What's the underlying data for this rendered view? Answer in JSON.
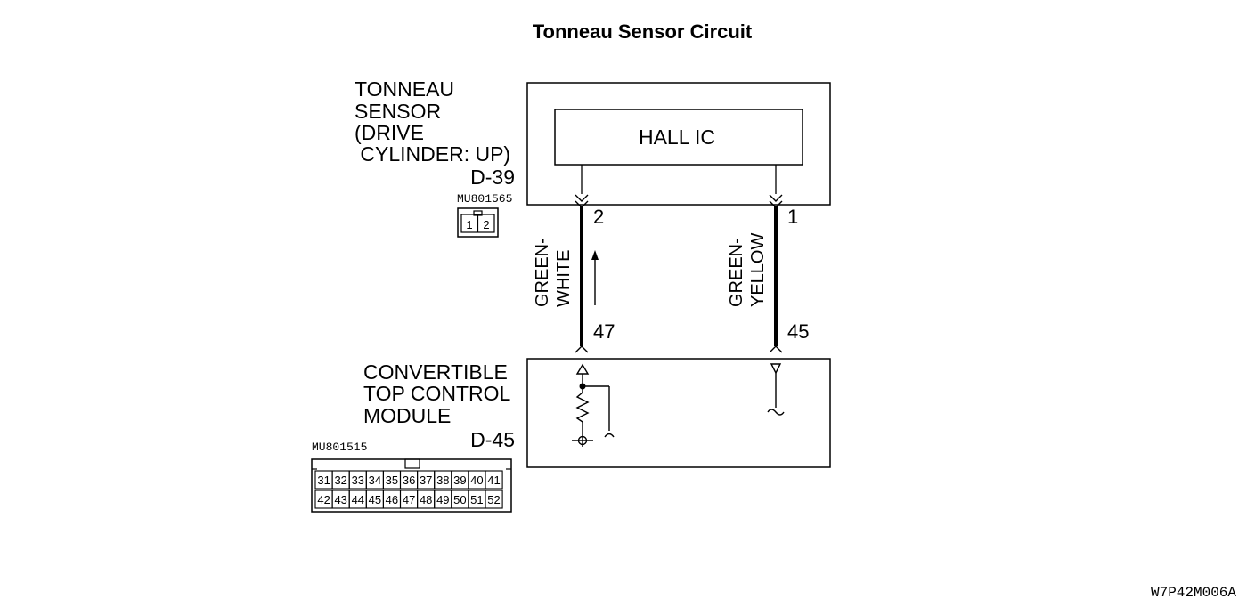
{
  "title": "Tonneau Sensor Circuit",
  "sensor": {
    "lines": [
      "TONNEAU",
      "SENSOR",
      "(DRIVE",
      " CYLINDER: UP)"
    ],
    "connector_id": "D-39",
    "connector_code": "MU801565",
    "connector_pins": [
      "1",
      "2"
    ],
    "internal": "HALL IC"
  },
  "wires": [
    {
      "color_line1": "GREEN-",
      "color_line2": "WHITE",
      "sensor_pin": "2",
      "module_pin": "47"
    },
    {
      "color_line1": "GREEN-",
      "color_line2": "YELLOW",
      "sensor_pin": "1",
      "module_pin": "45"
    }
  ],
  "module": {
    "lines": [
      "CONVERTIBLE",
      "TOP CONTROL",
      "MODULE"
    ],
    "connector_id": "D-45",
    "connector_code": "MU801515",
    "pins_row1": [
      "31",
      "32",
      "33",
      "34",
      "35",
      "36",
      "37",
      "38",
      "39",
      "40",
      "41"
    ],
    "pins_row2": [
      "42",
      "43",
      "44",
      "45",
      "46",
      "47",
      "48",
      "49",
      "50",
      "51",
      "52"
    ]
  },
  "figure_code": "W7P42M006A"
}
